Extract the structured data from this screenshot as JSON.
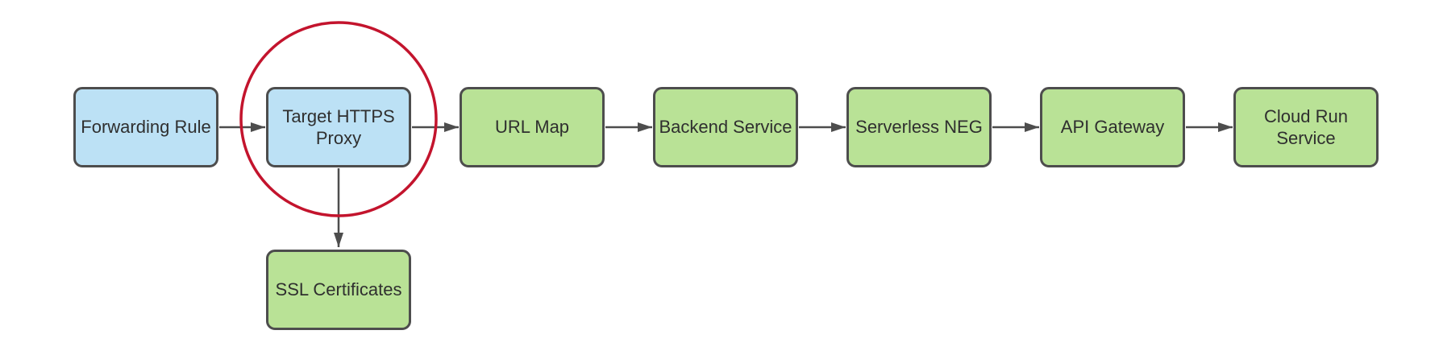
{
  "diagram": {
    "type": "flowchart",
    "nodes": [
      {
        "id": "forwarding-rule",
        "label": "Forwarding Rule",
        "fill": "blue"
      },
      {
        "id": "target-https-proxy",
        "label": "Target HTTPS\nProxy",
        "fill": "blue",
        "annotated": true
      },
      {
        "id": "url-map",
        "label": "URL Map",
        "fill": "green"
      },
      {
        "id": "backend-service",
        "label": "Backend Service",
        "fill": "green"
      },
      {
        "id": "serverless-neg",
        "label": "Serverless NEG",
        "fill": "green"
      },
      {
        "id": "api-gateway",
        "label": "API Gateway",
        "fill": "green"
      },
      {
        "id": "cloud-run-service",
        "label": "Cloud Run\nService",
        "fill": "green"
      },
      {
        "id": "ssl-certificates",
        "label": "SSL Certificates",
        "fill": "green"
      }
    ],
    "edges": [
      {
        "from": "forwarding-rule",
        "to": "target-https-proxy"
      },
      {
        "from": "target-https-proxy",
        "to": "url-map"
      },
      {
        "from": "url-map",
        "to": "backend-service"
      },
      {
        "from": "backend-service",
        "to": "serverless-neg"
      },
      {
        "from": "serverless-neg",
        "to": "api-gateway"
      },
      {
        "from": "api-gateway",
        "to": "cloud-run-service"
      },
      {
        "from": "target-https-proxy",
        "to": "ssl-certificates"
      }
    ],
    "annotations": [
      {
        "type": "ellipse",
        "around": "target-https-proxy",
        "color": "#c3142d"
      }
    ],
    "colors": {
      "node_blue": "#bce1f5",
      "node_green": "#b9e296",
      "border": "#4d4d4d",
      "arrow": "#4d4d4d",
      "ring": "#c3142d",
      "text": "#2f2f2f",
      "bg": "#ffffff"
    }
  }
}
